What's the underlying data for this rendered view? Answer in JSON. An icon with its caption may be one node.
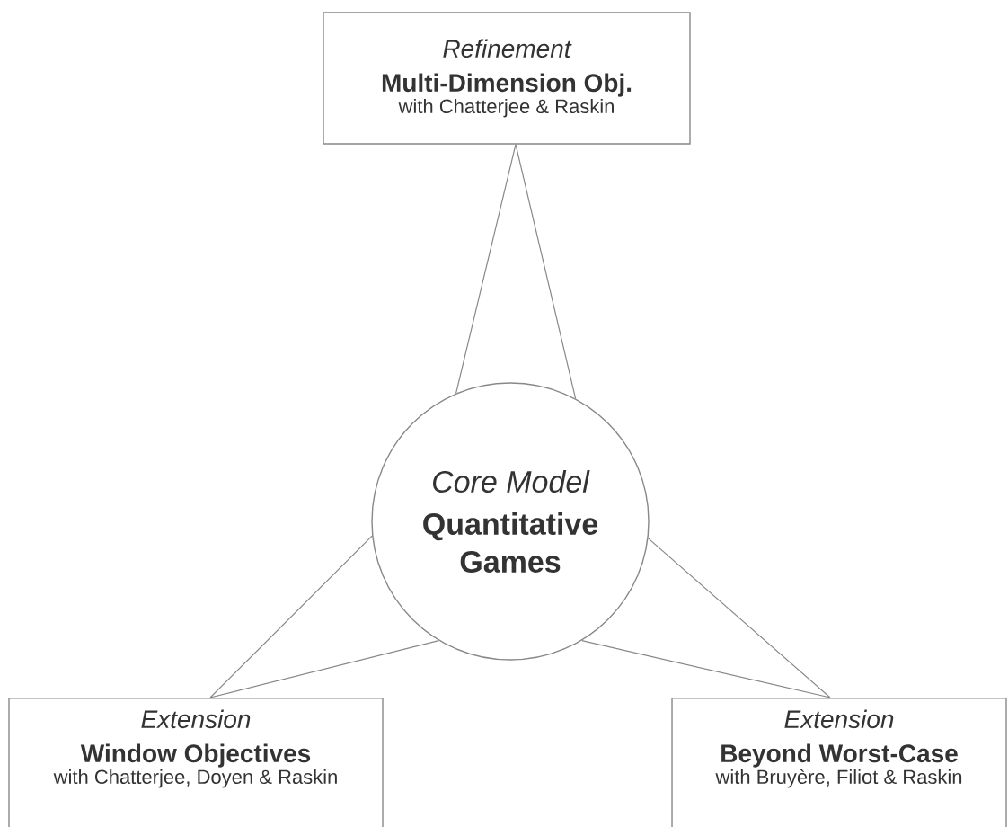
{
  "diagram": {
    "nodes": [
      {
        "text": [
          "Refinement",
          "Multi-Dimension Obj.",
          "with Chatterjee & Raskin"
        ]
      },
      {
        "text": [
          "Core Model",
          "Quantitative Games"
        ]
      },
      {
        "text": [
          "Extension",
          "Window Objectives",
          "with Chatterjee, Doyen & Raskin"
        ]
      },
      {
        "text": [
          "Extension",
          "Beyond Worst-Case",
          "with Bruyère, Filiot & Raskin"
        ]
      }
    ],
    "edges": [
      {
        "from": 1,
        "to": 0,
        "arrow": "none"
      },
      {
        "from": 1,
        "to": 2,
        "arrow": "none"
      },
      {
        "from": 1,
        "to": 3,
        "arrow": "none"
      }
    ]
  }
}
